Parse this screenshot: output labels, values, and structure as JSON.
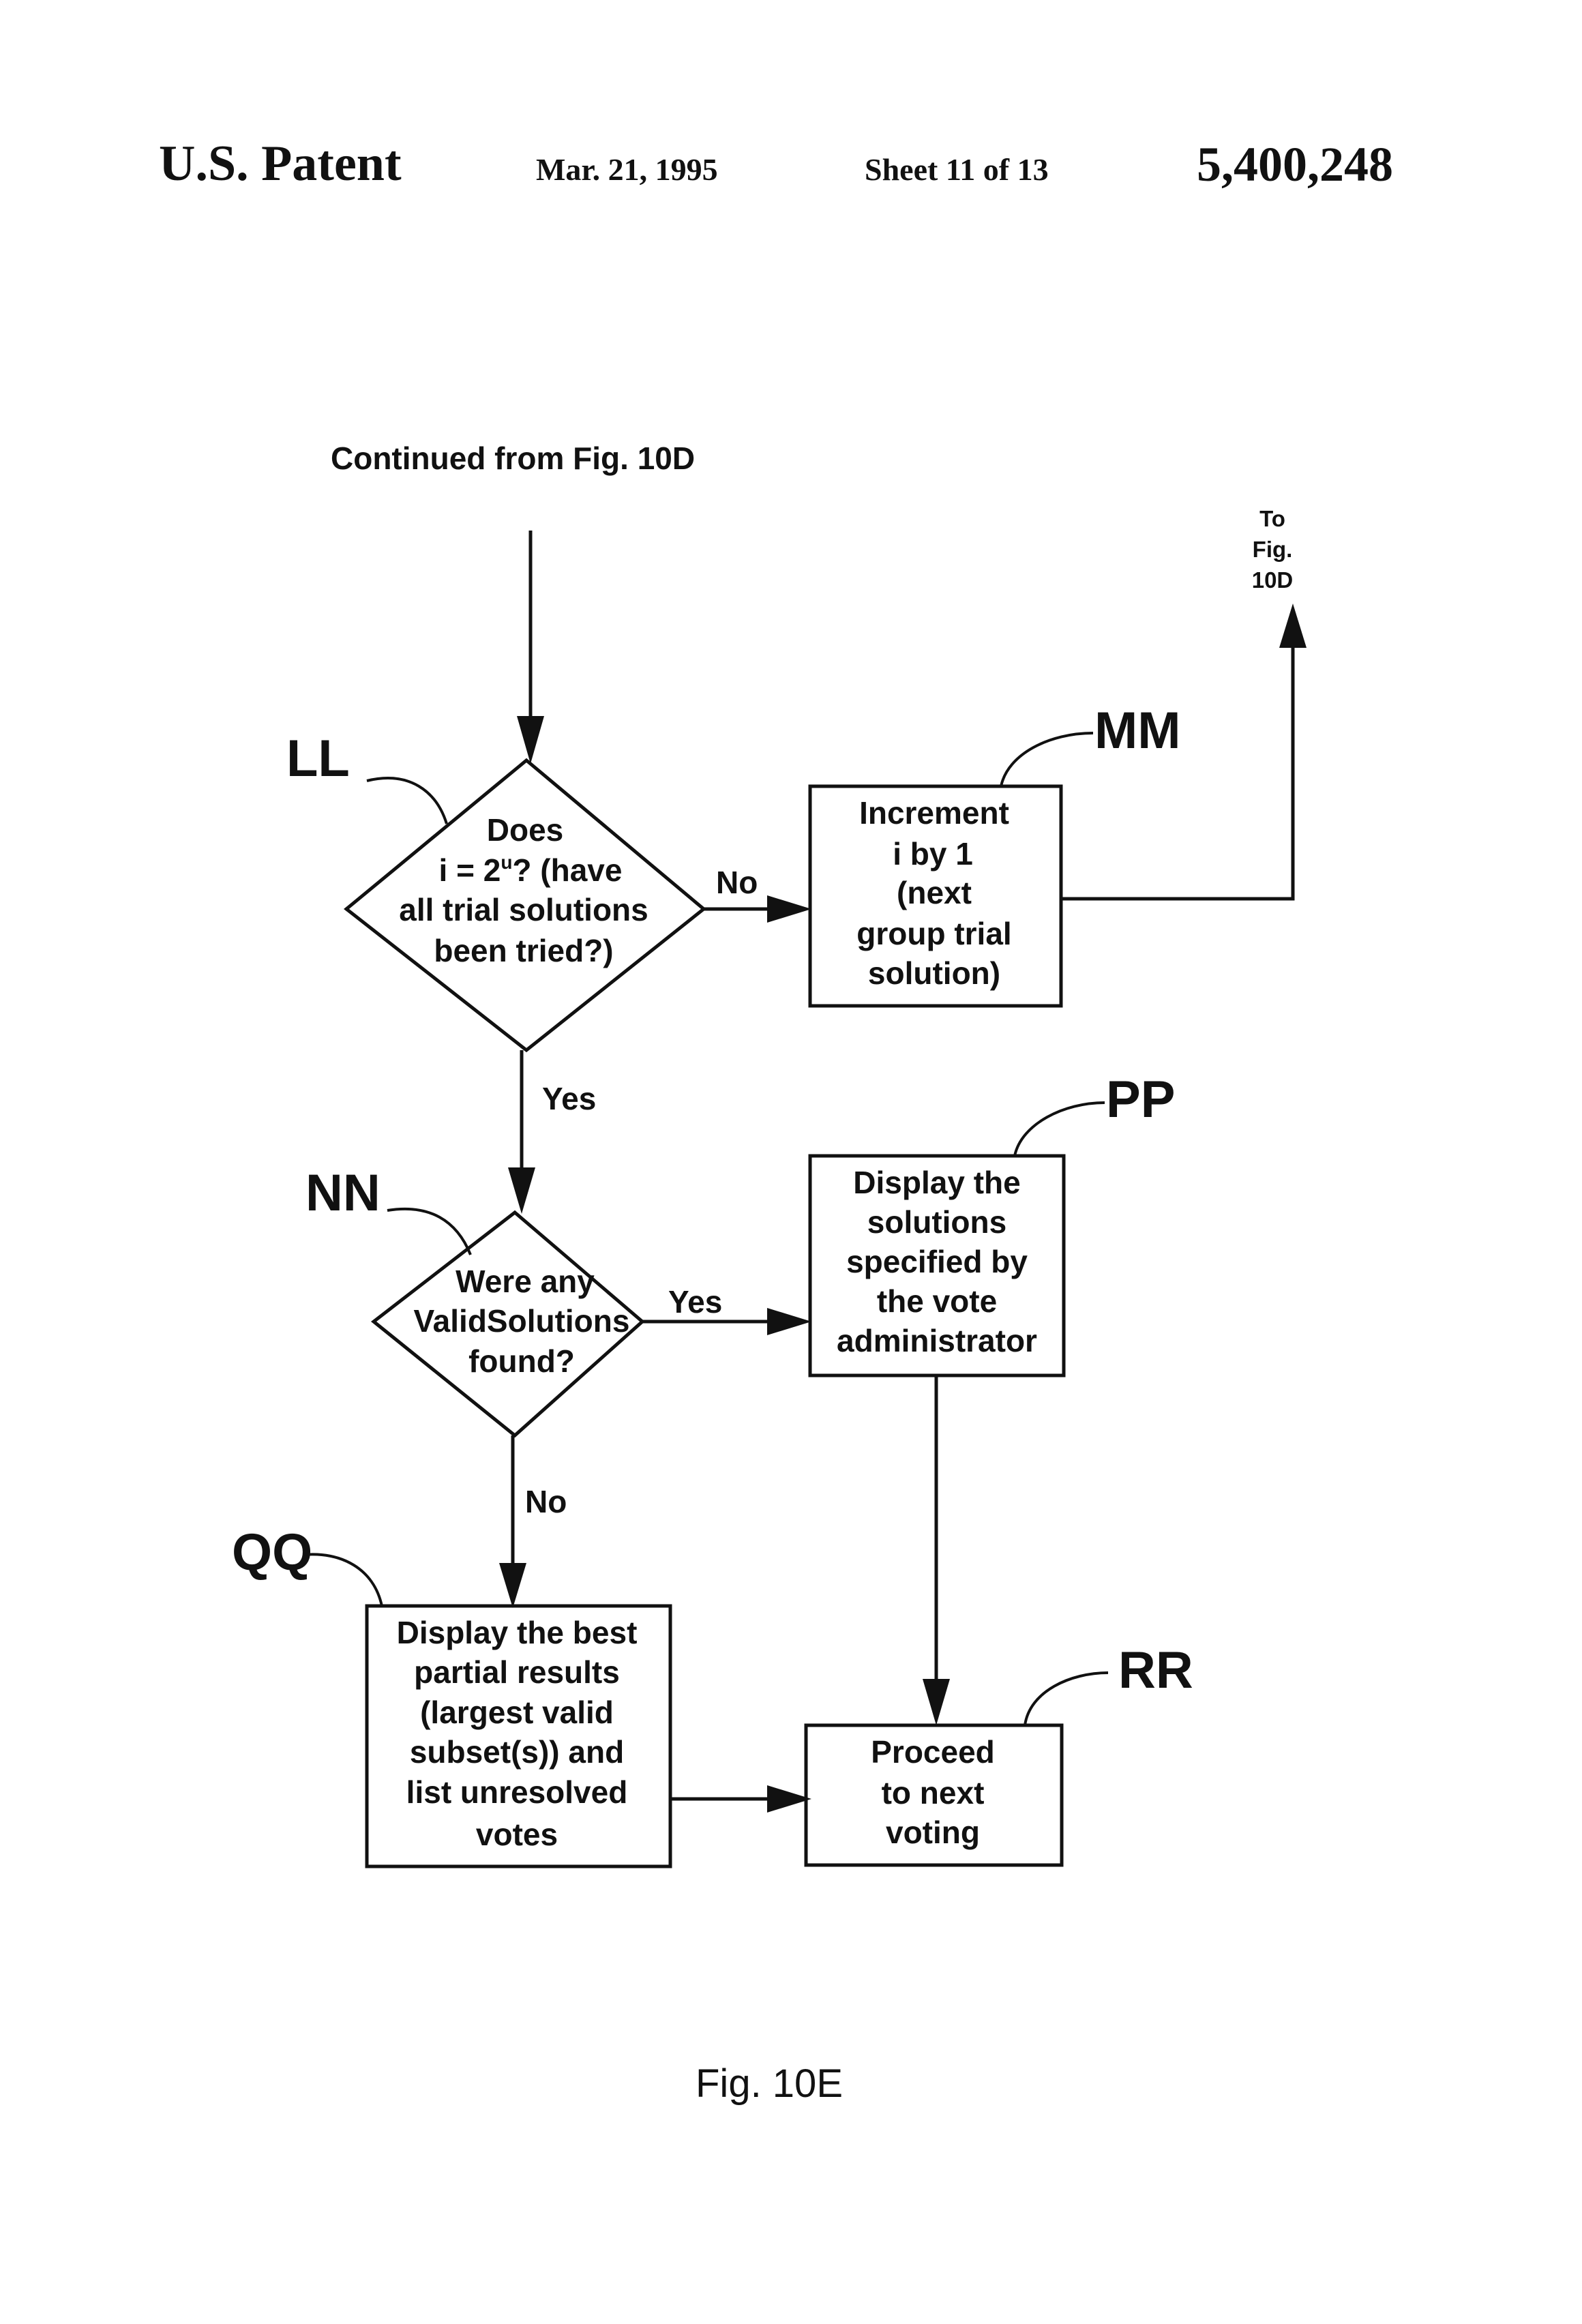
{
  "header": {
    "left": "U.S. Patent",
    "date": "Mar. 21, 1995",
    "sheet": "Sheet 11 of 13",
    "number": "5,400,248"
  },
  "diagram": {
    "continued_from": "Continued from  Fig. 10D",
    "to_ref": [
      "To",
      "Fig.",
      "10D"
    ],
    "LL": {
      "ref": "LL",
      "lines": [
        "Does",
        "i = 2",
        "? (have",
        "all trial solutions",
        "been tried?)"
      ],
      "superscript": "u"
    },
    "MM": {
      "ref": "MM",
      "lines": [
        "Increment",
        "i by 1",
        "(next",
        "group trial",
        "solution)"
      ]
    },
    "NN": {
      "ref": "NN",
      "lines": [
        "Were any",
        "ValidSolutions",
        "found?"
      ]
    },
    "PP": {
      "ref": "PP",
      "lines": [
        "Display the",
        "solutions",
        "specified by",
        "the vote",
        "administrator"
      ]
    },
    "QQ": {
      "ref": "QQ",
      "lines": [
        "Display the best",
        "partial results",
        "(largest valid",
        "subset(s)) and",
        "list unresolved",
        "votes"
      ]
    },
    "RR": {
      "ref": "RR",
      "lines": [
        "Proceed",
        "to next",
        "voting"
      ]
    },
    "edges": {
      "ll_no": "No",
      "ll_yes": "Yes",
      "nn_yes": "Yes",
      "nn_no": "No"
    },
    "caption": "Fig. 10E"
  }
}
